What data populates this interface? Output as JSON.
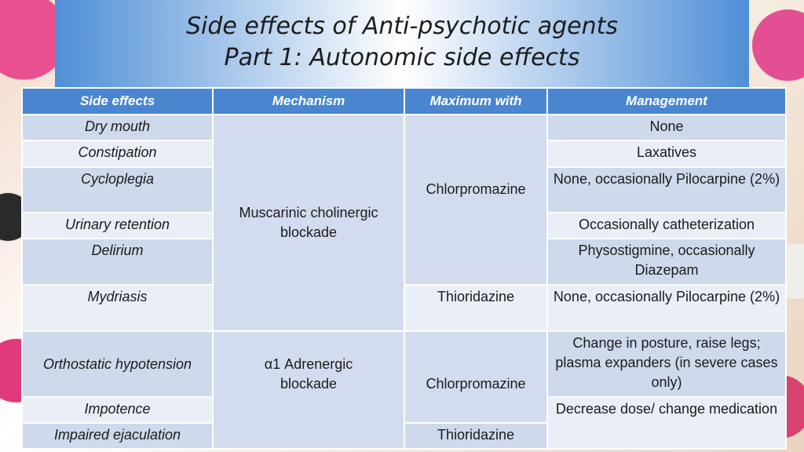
{
  "title": {
    "line1": "Side effects of Anti-psychotic agents",
    "line2": "Part 1: Autonomic side effects"
  },
  "table": {
    "headers": [
      "Side effects",
      "Mechanism",
      "Maximum with",
      "Management"
    ],
    "side_effects": [
      "Dry mouth",
      "Constipation",
      "Cycloplegia",
      "Urinary retention",
      "Delirium",
      "Mydriasis",
      "Orthostatic hypotension",
      "Impotence",
      "Impaired ejaculation"
    ],
    "mechanisms": [
      "Muscarinic cholinergic blockade",
      "α1 Adrenergic blockade"
    ],
    "maximum_with": [
      "Chlorpromazine",
      "Thioridazine",
      "Chlorpromazine",
      "Thioridazine"
    ],
    "management": [
      "None",
      "Laxatives",
      "None, occasionally Pilocarpine (2%)",
      "Occasionally catheterization",
      "Physostigmine, occasionally Diazepam",
      "None, occasionally Pilocarpine (2%)",
      "Change in posture, raise legs; plasma expanders (in severe cases only)",
      "Decrease dose/ change medication"
    ]
  }
}
